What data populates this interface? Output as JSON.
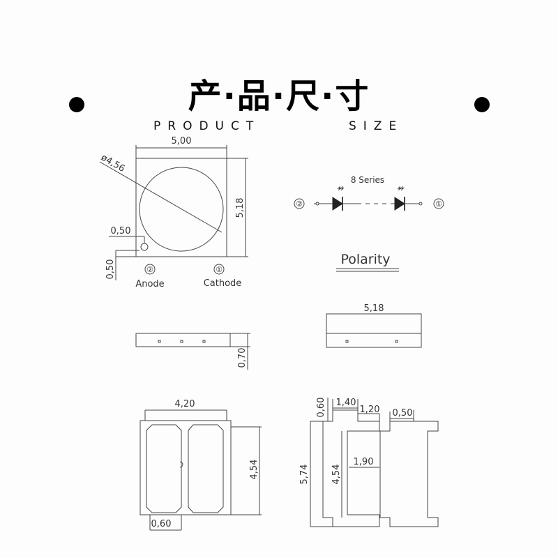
{
  "header": {
    "title_cn": "产·品·尺·寸",
    "title_en_left": "PRODUCT",
    "title_en_right": "SIZE"
  },
  "top_view": {
    "width": "5,00",
    "height": "5,18",
    "diameter": "ø4,56",
    "mark_offset_x": "0,50",
    "mark_offset_y": "0,50",
    "pin2": "②",
    "pin1": "①",
    "anode": "Anode",
    "cathode": "Cathode"
  },
  "circuit": {
    "series": "8 Series",
    "pin2": "②",
    "pin1": "①",
    "polarity": "Polarity"
  },
  "side_view_left": {
    "thickness": "0,70"
  },
  "side_view_right": {
    "width": "5,18"
  },
  "bottom_pads": {
    "width": "4,20",
    "height": "4,54",
    "gap": "0,60"
  },
  "side_profile": {
    "total_height": "5,74",
    "inner_height": "4,54",
    "top_gap": "0,60",
    "pad_width": "1,40",
    "slot_width": "1,20",
    "center_width": "1,90",
    "right_pad": "0,50"
  }
}
